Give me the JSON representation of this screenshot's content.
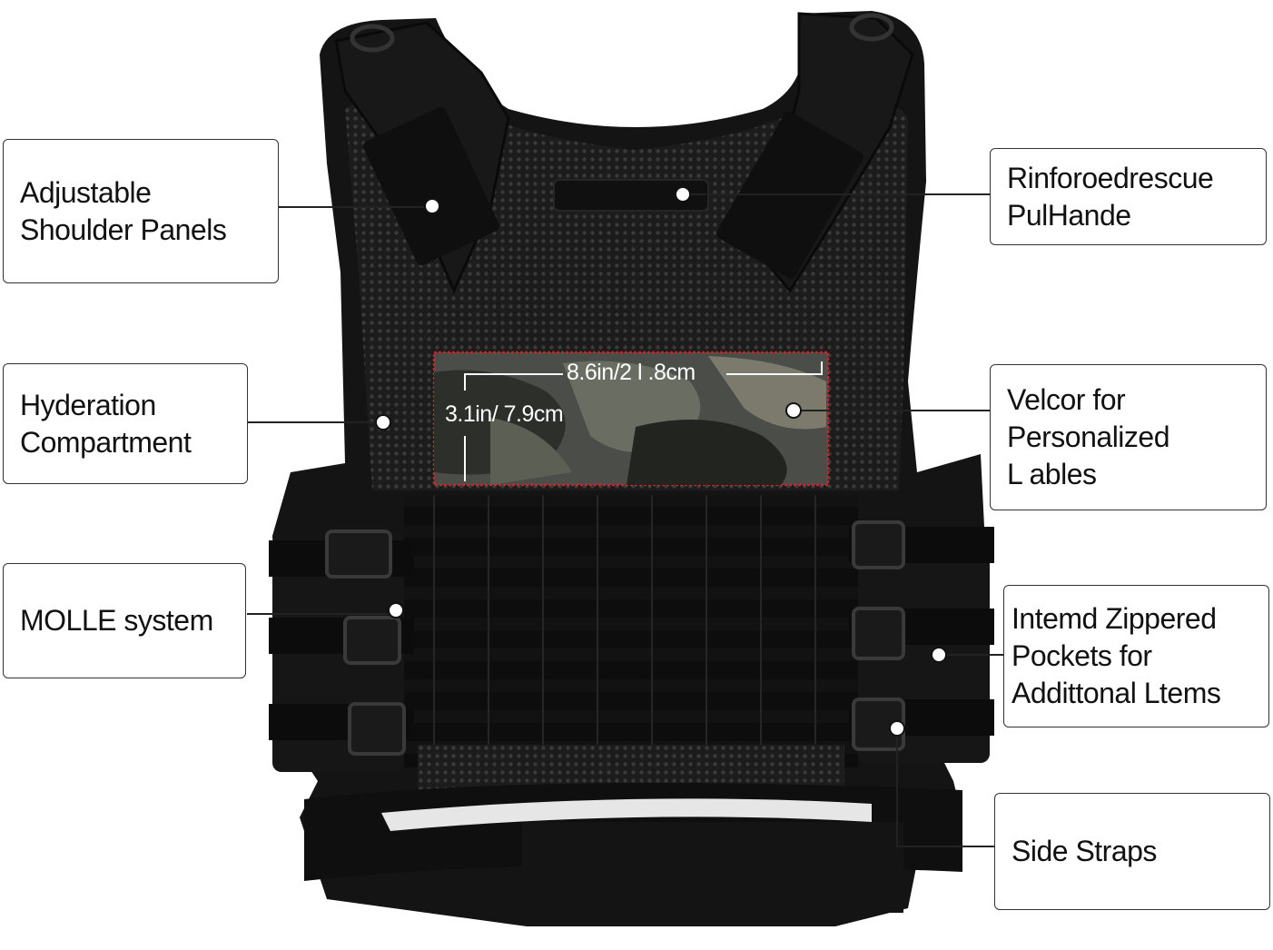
{
  "callouts": {
    "shoulder": [
      "Adjustable",
      "Shoulder Panels"
    ],
    "pull_handle": [
      "Rinforoedrescue",
      "PulHande"
    ],
    "hydration": [
      "Hyderation",
      "Compartment"
    ],
    "velcro": [
      "Velcor for",
      "Personalized",
      "L ables"
    ],
    "molle": [
      "MOLLE system"
    ],
    "pockets": [
      "Intemd Zippered",
      "Pockets for",
      "Addittonal Ltems"
    ],
    "side_straps": [
      "Side Straps"
    ]
  },
  "patch": {
    "width_label": "8.6in/2 l .8cm",
    "height_label": "3.1in/ 7.9cm"
  },
  "colors": {
    "vest": "#151515",
    "mesh": "#2a2a2a",
    "patch_border": "#c0282b",
    "callout_border": "#333333"
  }
}
